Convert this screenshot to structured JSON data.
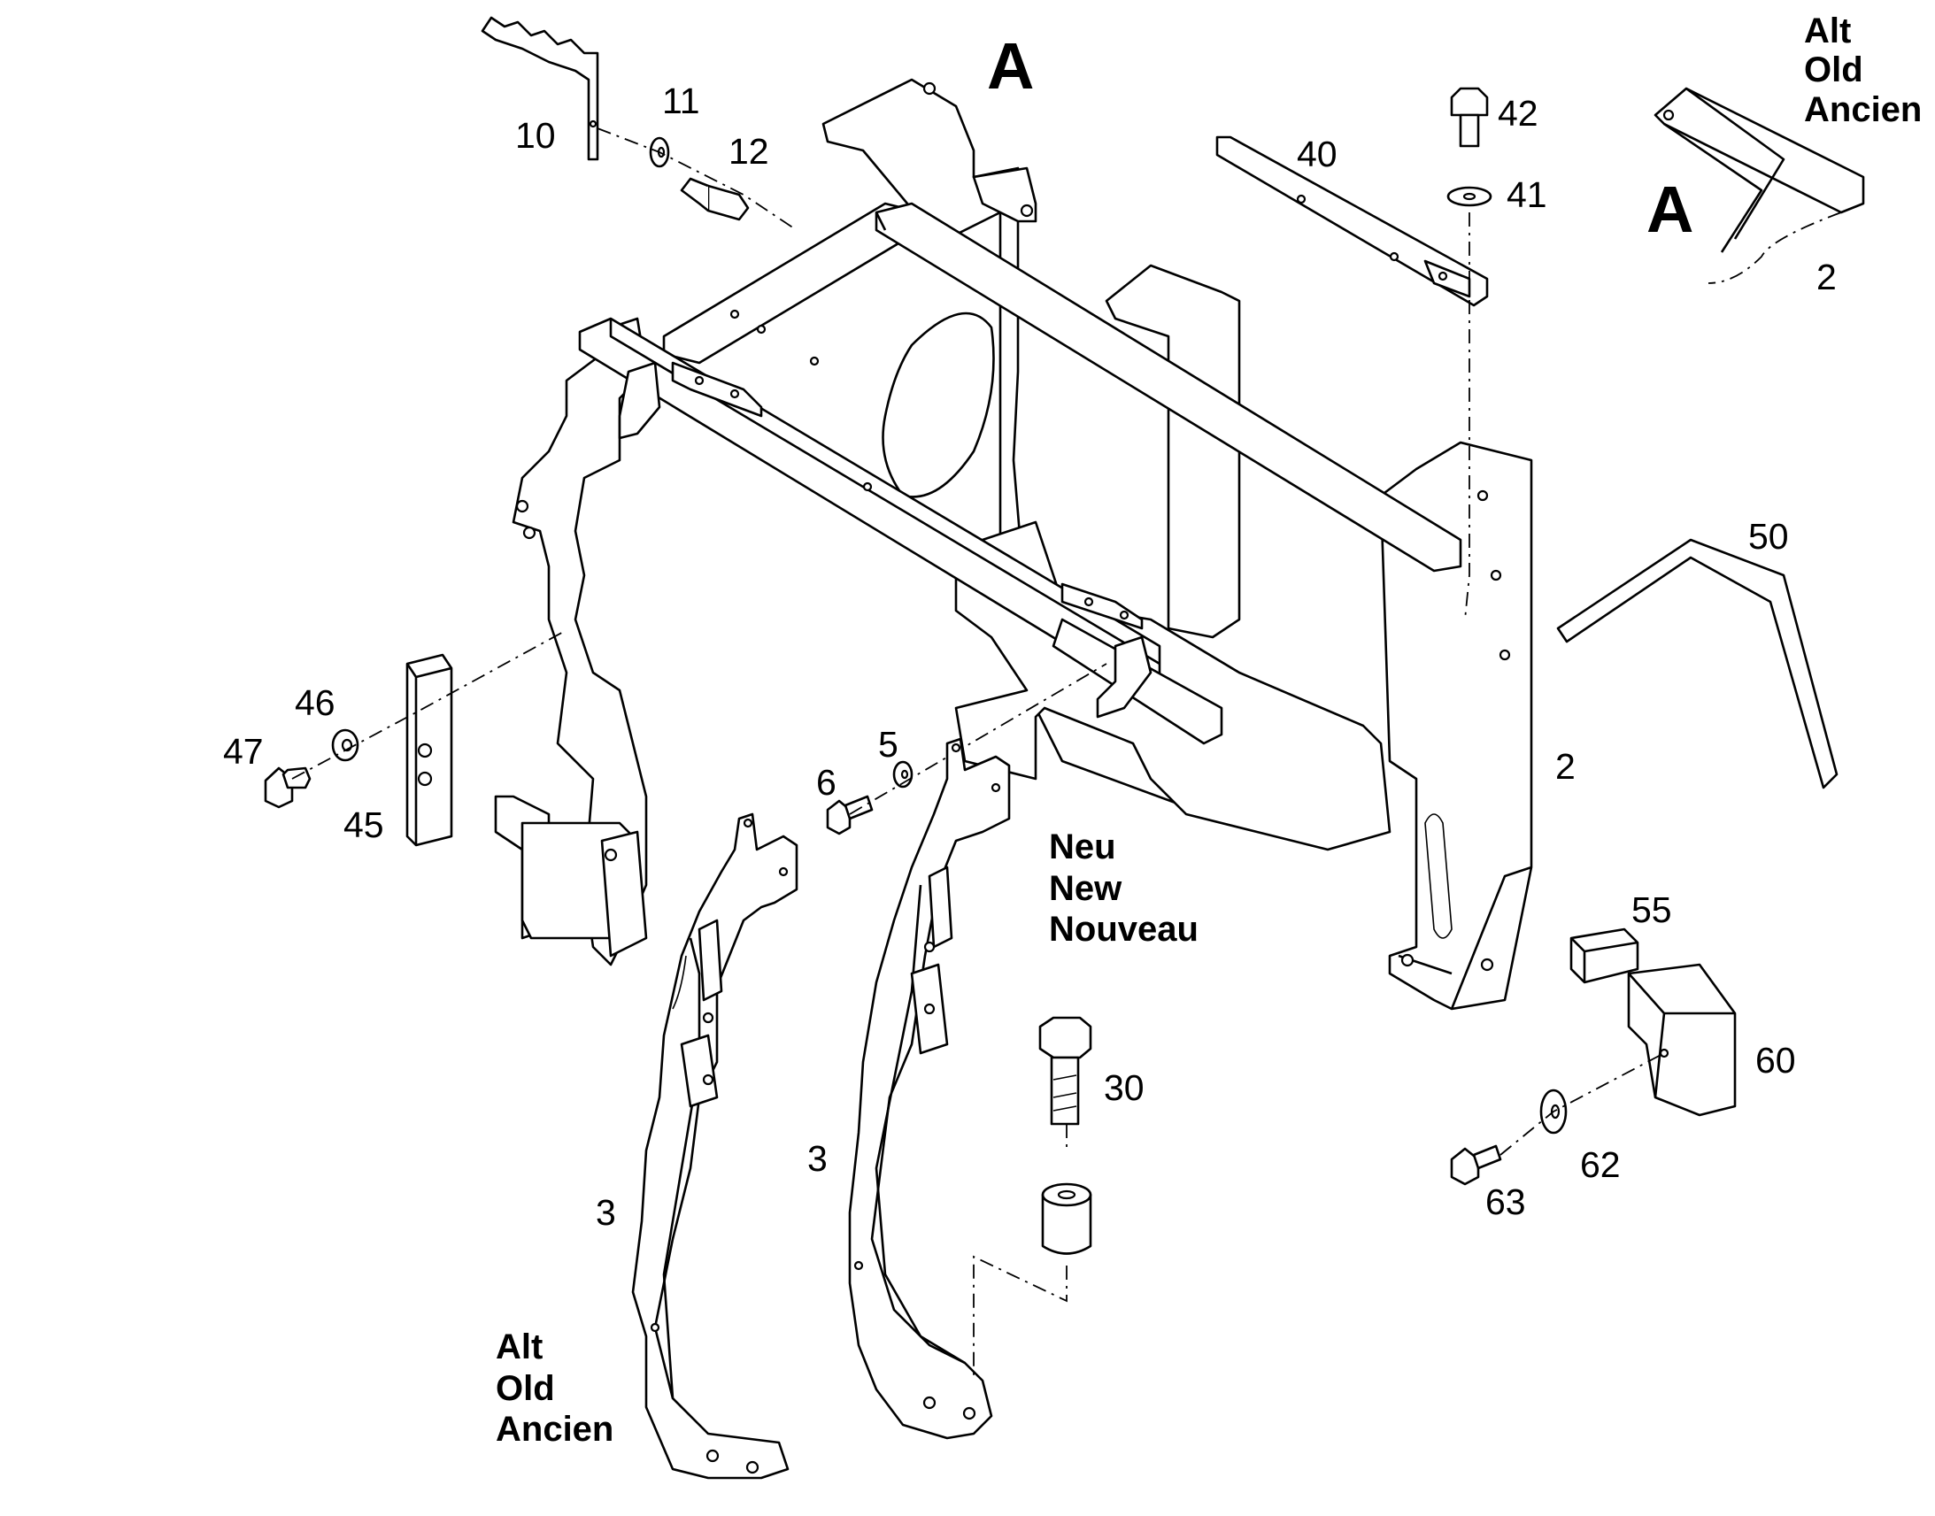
{
  "section_markers": {
    "main": "A",
    "detail": "A"
  },
  "variant_labels": {
    "old_detail": [
      "Alt",
      "Old",
      "Ancien"
    ],
    "new": [
      "Neu",
      "New",
      "Nouveau"
    ],
    "old_bottom": [
      "Alt",
      "Old",
      "Ancien"
    ]
  },
  "callouts": {
    "n10": "10",
    "n11": "11",
    "n12": "12",
    "n40": "40",
    "n42": "42",
    "n41": "41",
    "n2_detail": "2",
    "n50": "50",
    "n2_main": "2",
    "n46": "46",
    "n47": "47",
    "n45": "45",
    "n5": "5",
    "n6": "6",
    "n55": "55",
    "n60": "60",
    "n30": "30",
    "n62": "62",
    "n63": "63",
    "n3_left": "3",
    "n3_right": "3"
  }
}
